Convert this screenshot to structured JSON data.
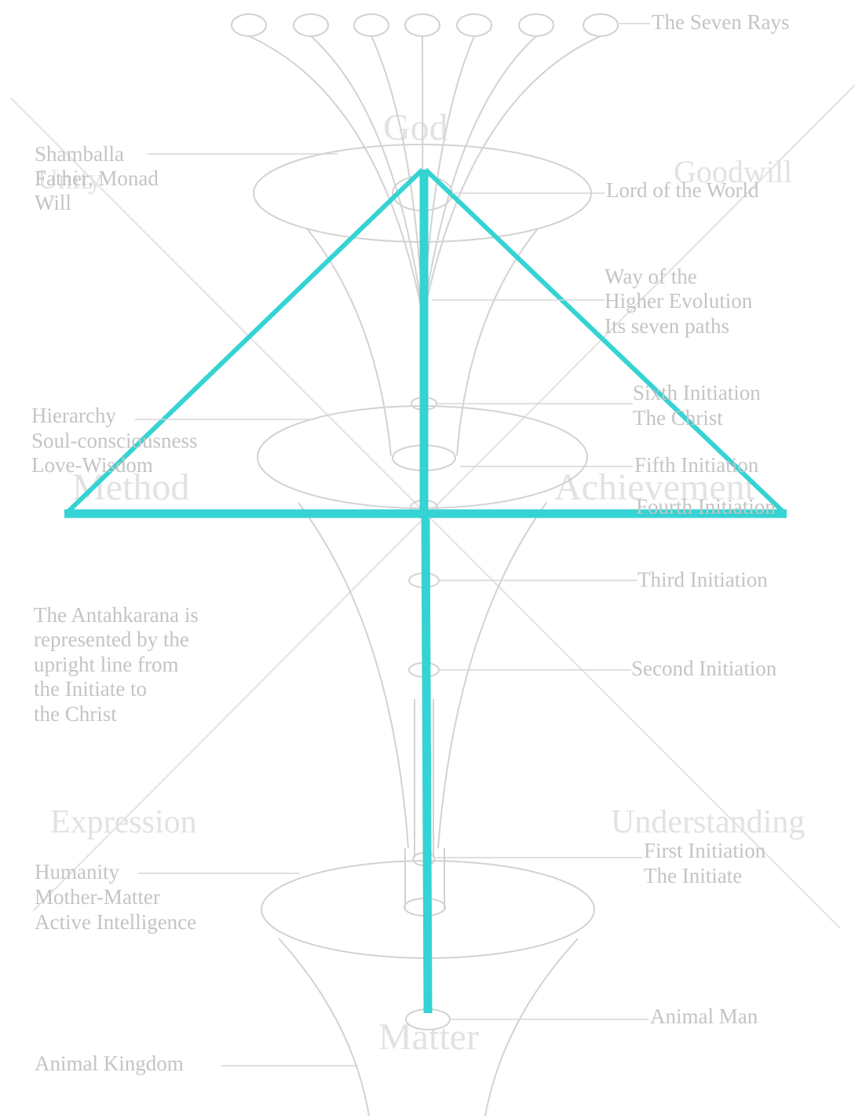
{
  "colors": {
    "accent": "#35d3d3",
    "line": "#d2d2d2",
    "text": "#c4c4c4",
    "faint_text": "#e2e2e2"
  },
  "quadrants": {
    "top": "God",
    "top_left": "Unity",
    "top_right": "Goodwill",
    "middle_left": "Method",
    "middle_right": "Achievement",
    "lower_left": "Expression",
    "lower_right": "Understanding",
    "bottom": "Matter"
  },
  "labels": {
    "seven_rays": "The Seven Rays",
    "shamballa": [
      "Shamballa",
      "Father, Monad",
      "Will"
    ],
    "lord_of_world": "Lord of the World",
    "higher_evolution": [
      "Way of the",
      "Higher Evolution",
      "Its seven paths"
    ],
    "sixth_initiation": [
      "Sixth Initiation",
      "The Christ"
    ],
    "hierarchy": [
      "Hierarchy",
      "Soul-consciousness",
      "Love-Wisdom"
    ],
    "fifth_initiation": "Fifth Initiation",
    "fourth_initiation": "Fourth Initiation",
    "third_initiation": "Third Initiation",
    "second_initiation": "Second Initiation",
    "antahkarana_note": [
      "The Antahkarana is",
      "represented by the",
      "upright line from",
      "the Initiate to",
      "the Christ"
    ],
    "first_initiation": [
      "First Initiation",
      "The Initiate"
    ],
    "humanity": [
      "Humanity",
      "Mother-Matter",
      "Active Intelligence"
    ],
    "animal_man": "Animal Man",
    "animal_kingdom": "Animal Kingdom"
  }
}
